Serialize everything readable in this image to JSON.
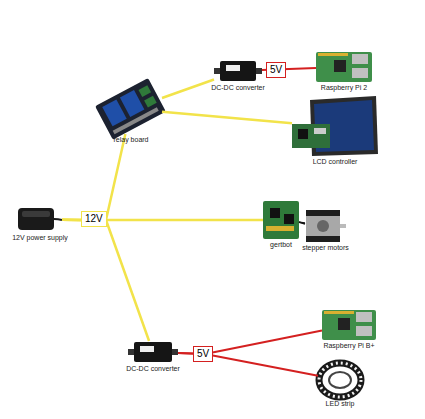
{
  "diagram": {
    "nodes": [
      {
        "text": [
          "12V power supply"
        ]
      },
      {
        "text": [
          "relay board"
        ]
      },
      {
        "text": [
          "DC-DC converter"
        ]
      },
      {
        "text": [
          "Raspberry Pi 2"
        ]
      },
      {
        "text": [
          "LCD controller"
        ]
      },
      {
        "text": [
          "gertbot"
        ]
      },
      {
        "text": [
          "stepper motors"
        ]
      },
      {
        "text": [
          "DC-DC converter"
        ]
      },
      {
        "text": [
          "Raspberry Pi B+"
        ]
      },
      {
        "text": [
          "LED strip"
        ]
      }
    ],
    "edges": [
      {
        "from": 0,
        "to": 1,
        "arrow": "none"
      },
      {
        "from": 0,
        "to": 5,
        "arrow": "none"
      },
      {
        "from": 0,
        "to": 7,
        "arrow": "none"
      },
      {
        "from": 1,
        "to": 2,
        "arrow": "none"
      },
      {
        "from": 1,
        "to": 4,
        "arrow": "none"
      },
      {
        "from": 5,
        "to": 6,
        "arrow": "none"
      },
      {
        "from": 2,
        "to": 3,
        "arrow": "none"
      },
      {
        "from": 7,
        "to": 8,
        "arrow": "none"
      },
      {
        "from": 7,
        "to": 9,
        "arrow": "none"
      }
    ],
    "labels": [
      "12V",
      "5V",
      "5V"
    ]
  }
}
